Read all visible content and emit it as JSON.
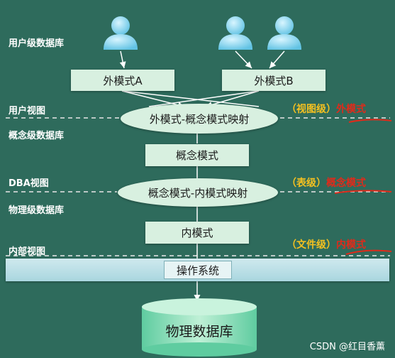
{
  "left_labels": {
    "user_db": "用户级数据库",
    "user_view": "用户视图",
    "concept_db": "概念级数据库",
    "dba_view": "DBA视图",
    "physical_db": "物理级数据库",
    "internal_view": "内部视图"
  },
  "boxes": {
    "external_a": "外模式A",
    "external_b": "外模式B",
    "conceptual": "概念模式",
    "internal": "内模式",
    "os": "操作系统",
    "physical_db": "物理数据库"
  },
  "mappings": {
    "external_conceptual": "外模式-概念模式映射",
    "conceptual_internal": "概念模式-内模式映射"
  },
  "levels": [
    {
      "paren": "（视图级）",
      "name": "外模式"
    },
    {
      "paren": "（表级）",
      "name": "概念模式"
    },
    {
      "paren": "（文件级）",
      "name": "内模式"
    }
  ],
  "watermark": "CSDN @红目香薰",
  "colors": {
    "background": "#2e6b5c",
    "box_fill": "#d8f0e0",
    "level_paren": "#f4c020",
    "level_name": "#e02a1a",
    "user_icon": "#7fd4ea"
  },
  "icons": [
    "user-icon",
    "user-icon",
    "user-icon",
    "database-cylinder-icon"
  ]
}
